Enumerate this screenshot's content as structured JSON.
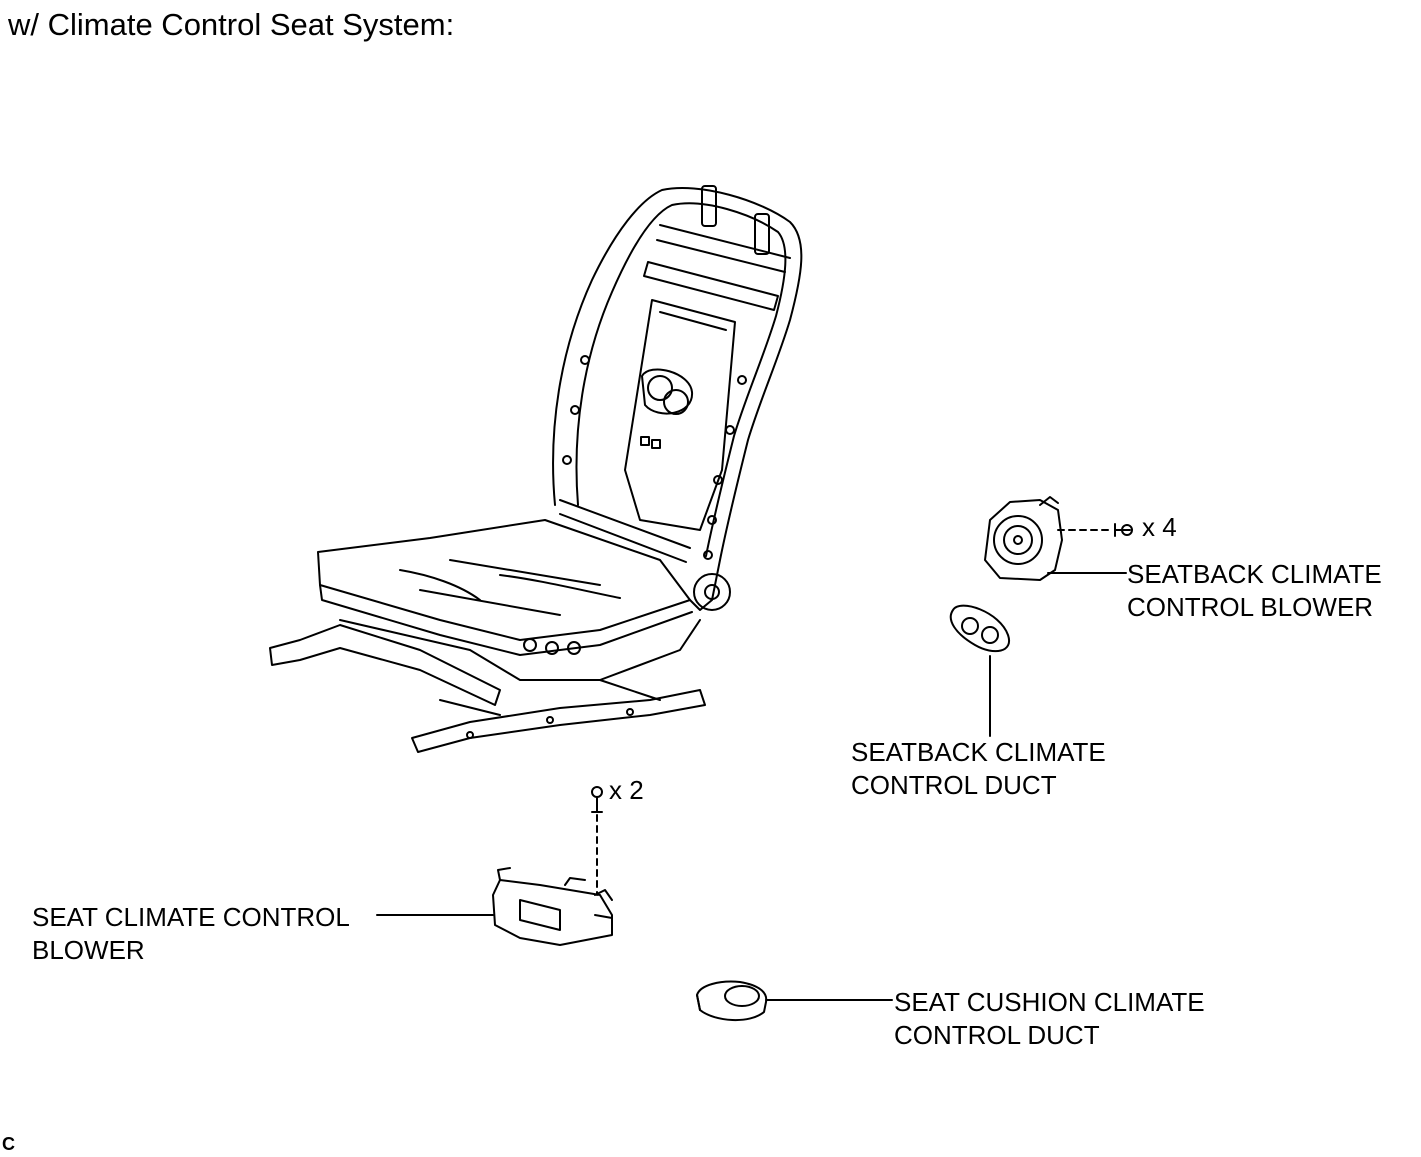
{
  "title": "w/ Climate Control Seat System:",
  "labels": {
    "seatback_blower": [
      "SEATBACK CLIMATE",
      "CONTROL BLOWER"
    ],
    "seatback_duct": [
      "SEATBACK CLIMATE",
      "CONTROL DUCT"
    ],
    "seat_blower": [
      "SEAT CLIMATE CONTROL",
      "BLOWER"
    ],
    "cushion_duct": [
      "SEAT CUSHION CLIMATE",
      "CONTROL DUCT"
    ]
  },
  "quantities": {
    "seatback_screws": "x 4",
    "seat_screws": "x 2"
  },
  "corner_mark": "C",
  "colors": {
    "line": "#000000",
    "background": "#ffffff"
  }
}
